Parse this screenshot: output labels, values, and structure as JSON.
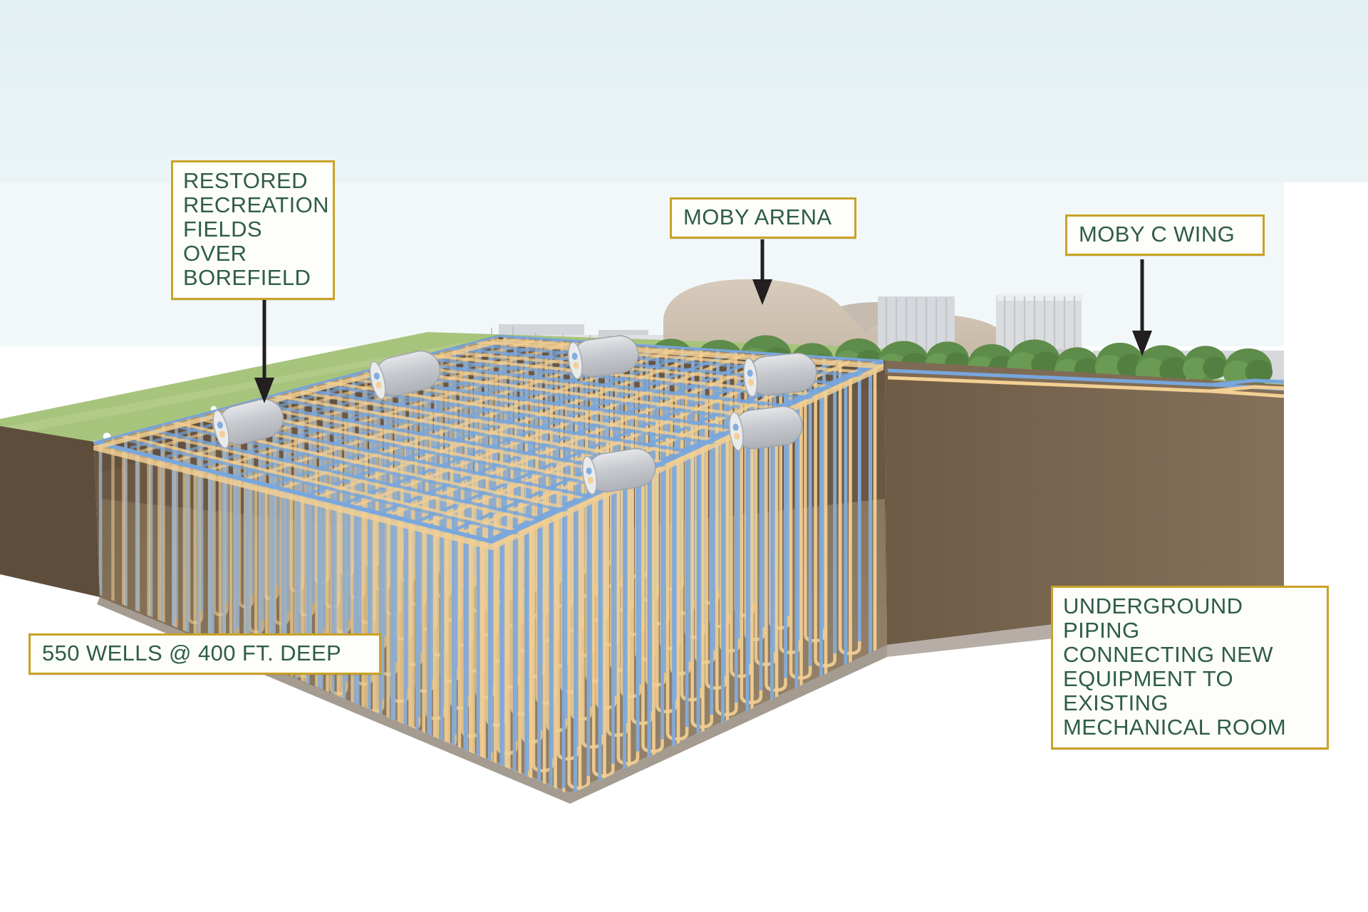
{
  "page": {
    "title": "Moby Arena Geoexchange Borefield Section Diagram",
    "type": "isometric-cutaway-illustration"
  },
  "theme": {
    "sky": "#e6f2f5",
    "page_background": "#ffffff",
    "soil": "#6b5844",
    "soil_dark": "#5d4c3a",
    "soil_light": "#8a7761",
    "grass": "#a7c47d",
    "grass_dark": "#93b469",
    "pipe_supply_blue": "#78a6dd",
    "pipe_return_tan": "#f2cf93",
    "vault_grey": "#c8cace",
    "callout_border": "#c9a227",
    "callout_fill": "#fdfdf9",
    "callout_text": "#2f5c4a",
    "arrow": "#231f20",
    "building_arena": "#cbbdad",
    "building_grey": "#d8dade",
    "tree_canopy": "#5e8c4a",
    "tree_trunk": "#4a3b2a"
  },
  "callouts": [
    {
      "id": "restored-fields",
      "text": "RESTORED\nRECREATION\nFIELDS OVER\nBOREFIELD",
      "arrow": "down"
    },
    {
      "id": "moby-arena",
      "text": "MOBY ARENA",
      "arrow": "down"
    },
    {
      "id": "moby-c-wing",
      "text": "MOBY  C WING",
      "arrow": "down"
    },
    {
      "id": "wells",
      "text": "550 WELLS @ 400 FT. DEEP",
      "arrow": "none"
    },
    {
      "id": "underground-piping",
      "text": "UNDERGROUND\nPIPING\nCONNECTING NEW\nEQUIPMENT TO\nEXISTING\nMECHANICAL ROOM",
      "arrow": "none"
    }
  ],
  "scene": {
    "well_count": "550",
    "well_depth": "400 FT. DEEP",
    "surface_use": "RESTORED RECREATION FIELDS",
    "buildings": [
      "MOBY ARENA",
      "MOBY  C WING"
    ],
    "vault_count": 6,
    "features": [
      "soccer-field-markings",
      "people-silhouettes",
      "tree-row",
      "excavation-cutaway",
      "borefield-pipe-grid",
      "vertical-u-bend-wells",
      "header-vaults"
    ]
  }
}
